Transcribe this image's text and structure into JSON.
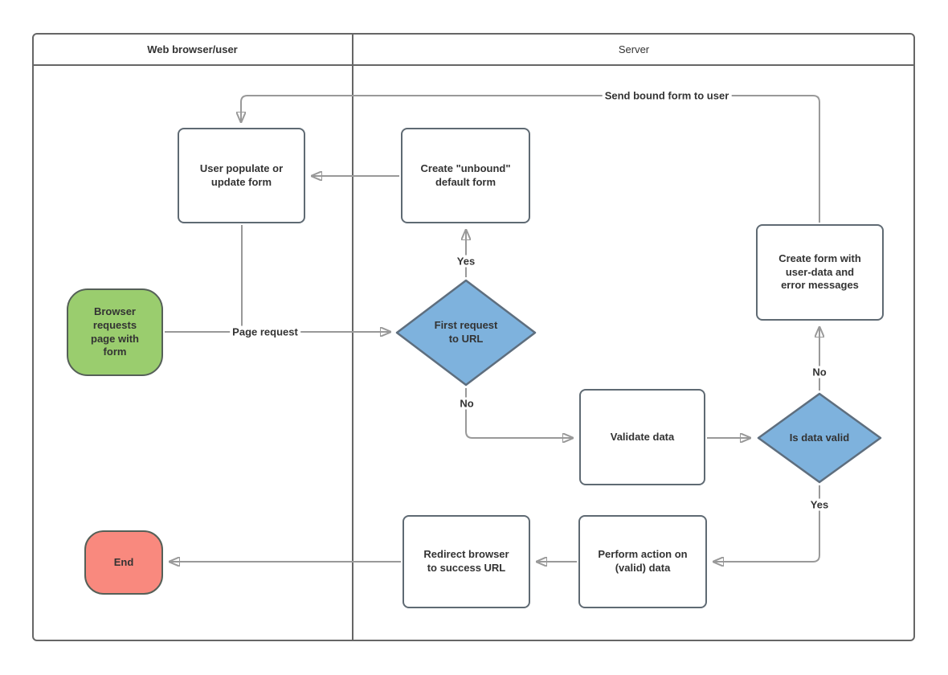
{
  "lanes": [
    {
      "label": "Web browser/user"
    },
    {
      "label": "Server"
    }
  ],
  "nodes": {
    "browser_requests": {
      "label": "Browser\nrequests\npage with\nform"
    },
    "user_populate": {
      "label": "User populate or\nupdate form"
    },
    "create_unbound": {
      "label": "Create \"unbound\"\ndefault form"
    },
    "first_request": {
      "label": "First request\nto URL"
    },
    "validate_data": {
      "label": "Validate data"
    },
    "is_data_valid": {
      "label": "Is data valid"
    },
    "create_form_errors": {
      "label": "Create form with\nuser-data and\nerror messages"
    },
    "perform_action": {
      "label": "Perform action on\n(valid) data"
    },
    "redirect_browser": {
      "label": "Redirect browser\nto success URL"
    },
    "end": {
      "label": "End"
    }
  },
  "edge_labels": {
    "page_request": "Page request",
    "yes_first": "Yes",
    "no_first": "No",
    "no_valid": "No",
    "yes_valid": "Yes",
    "send_bound": "Send bound form to user"
  },
  "colors": {
    "decision_fill": "#7EB2DD",
    "start_fill": "#9ACD6E",
    "end_fill": "#F9897E",
    "connector": "#999999",
    "shape_border": "#5F6A73",
    "frame_border": "#666666",
    "text": "#333333"
  }
}
